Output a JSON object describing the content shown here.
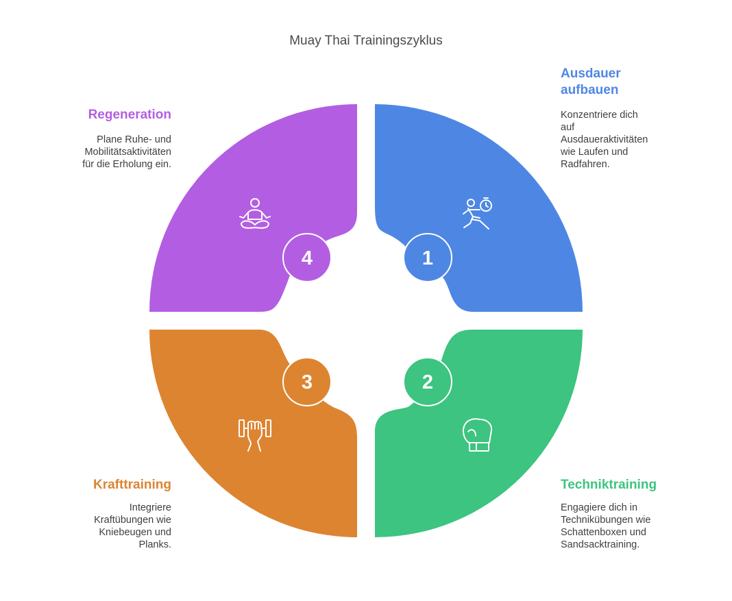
{
  "title": "Muay Thai Trainingszyklus",
  "colors": {
    "endurance": "#4e87e3",
    "technique": "#3cc480",
    "strength": "#dd8431",
    "regeneration": "#b35ee2"
  },
  "steps": [
    {
      "number": "1",
      "heading": "Ausdauer aufbauen",
      "heading_lines": [
        "Ausdauer",
        "aufbauen"
      ],
      "description_lines": [
        "Konzentriere dich",
        "auf",
        "Ausdaueraktivitäten",
        "wie Laufen und",
        "Radfahren."
      ],
      "icon": "running-stopwatch-icon"
    },
    {
      "number": "2",
      "heading": "Techniktraining",
      "description_lines": [
        "Engagiere dich in",
        "Technikübungen wie",
        "Schattenboxen und",
        "Sandsacktraining."
      ],
      "icon": "boxing-glove-icon"
    },
    {
      "number": "3",
      "heading": "Krafttraining",
      "description_lines": [
        "Integriere",
        "Kraftübungen wie",
        "Kniebeugen und",
        "Planks."
      ],
      "icon": "dumbbell-grip-icon"
    },
    {
      "number": "4",
      "heading": "Regeneration",
      "description_lines": [
        "Plane Ruhe- und",
        "Mobilitätsaktivitäten",
        "für die Erholung ein."
      ],
      "icon": "meditation-icon"
    }
  ]
}
